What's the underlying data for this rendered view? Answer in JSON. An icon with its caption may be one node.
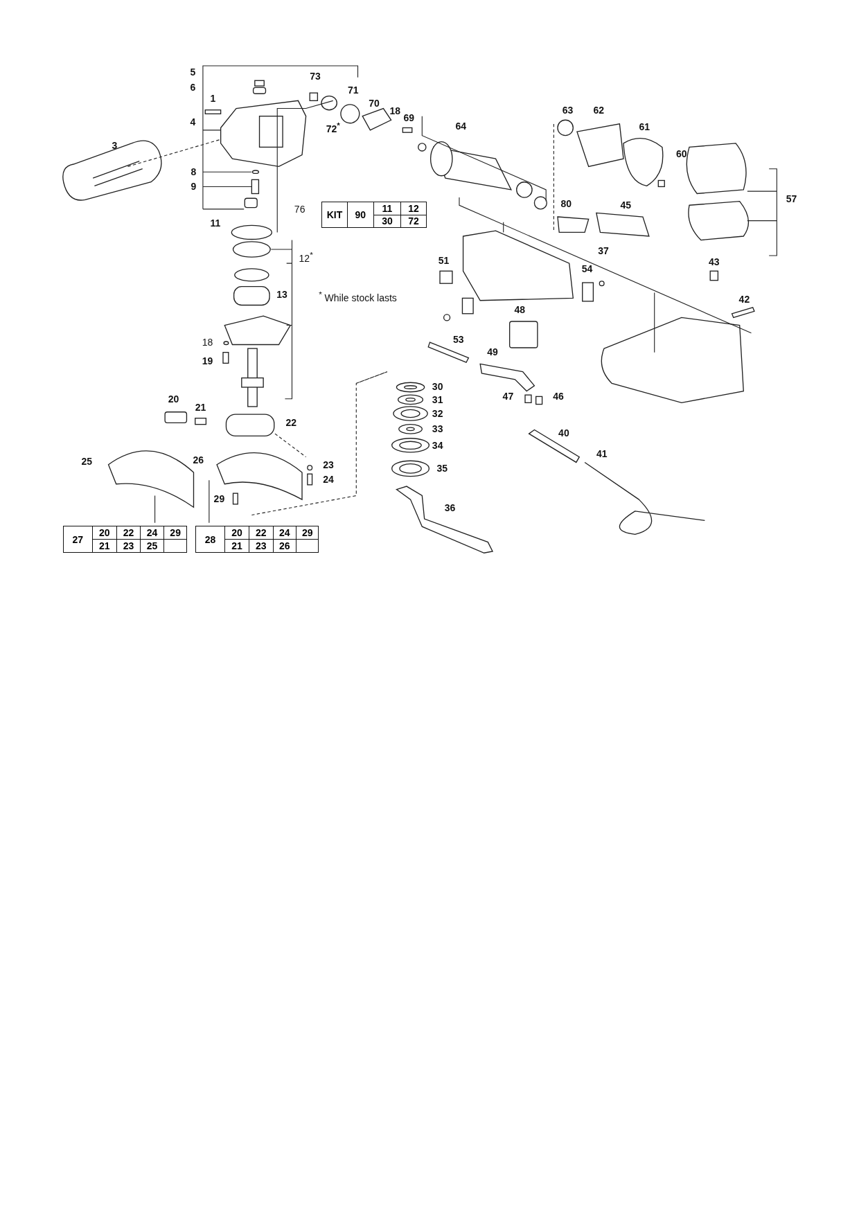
{
  "diagram": {
    "labels": [
      "5",
      "73",
      "71",
      "6",
      "1",
      "70",
      "18",
      "69",
      "63",
      "62",
      "4",
      "72$^{*}$",
      "64",
      "61",
      "3",
      "60",
      "8",
      "9",
      "57",
      "80",
      "45",
      "11",
      "76",
      "KIT",
      "90",
      "11",
      "12",
      "30",
      "72",
      "12$^{*}$",
      "51",
      "37",
      "43",
      "54",
      "13",
      "$^{*}$ While stock lasts",
      "42",
      "48",
      "53",
      "18",
      "49",
      "19",
      "30",
      "31",
      "47",
      "46",
      "20",
      "21",
      "32",
      "33",
      "22",
      "34",
      "40",
      "41",
      "35",
      "25",
      "26",
      "23",
      "24",
      "29",
      "36",
      "27",
      "20",
      "22",
      "24",
      "29",
      "21",
      "23",
      "25",
      "28",
      "20",
      "22",
      "24",
      "29",
      "21",
      "23",
      "26"
    ]
  }
}
